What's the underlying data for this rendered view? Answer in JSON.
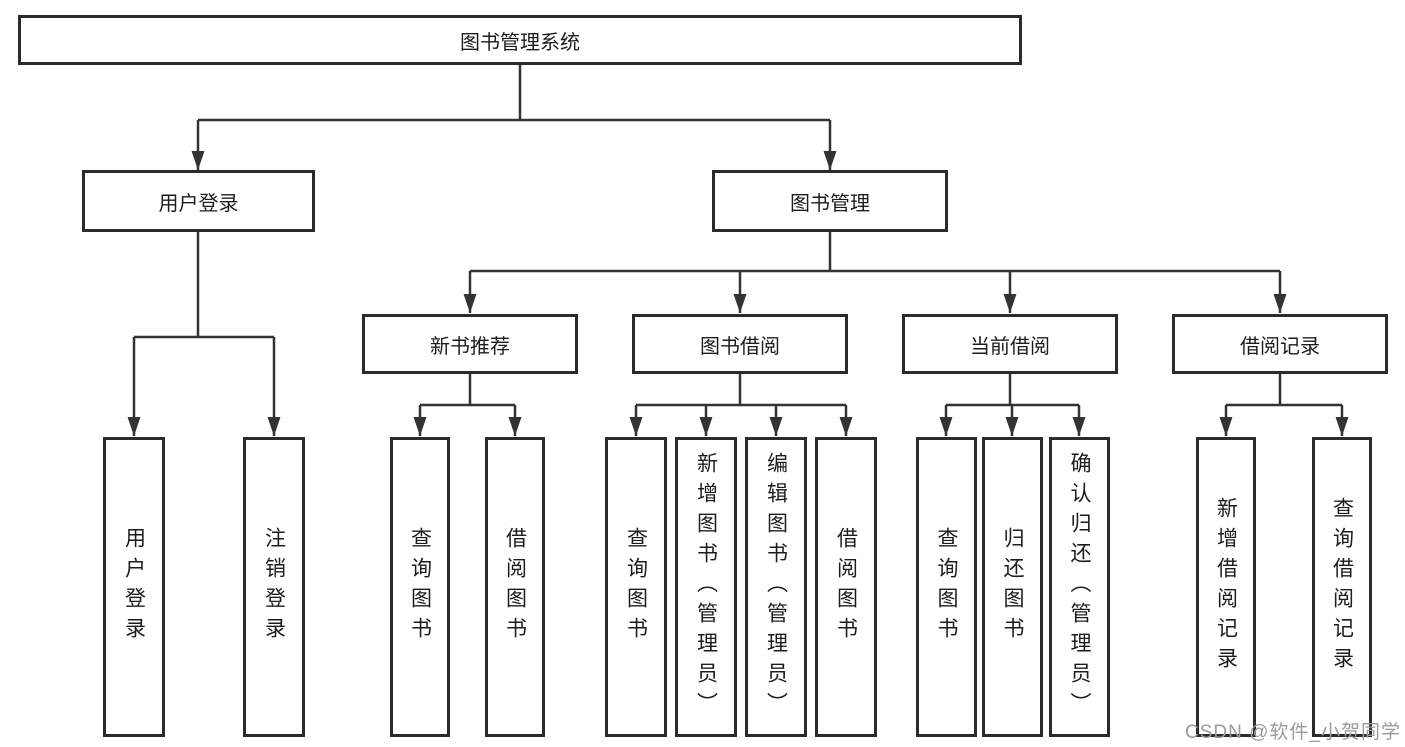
{
  "diagram": {
    "root": {
      "label": "图书管理系统"
    },
    "level2": [
      {
        "label": "用户登录",
        "children": [
          {
            "label": "用户登录"
          },
          {
            "label": "注销登录"
          }
        ]
      },
      {
        "label": "图书管理",
        "children": [
          {
            "label": "新书推荐",
            "children": [
              {
                "label": "查询图书"
              },
              {
                "label": "借阅图书"
              }
            ]
          },
          {
            "label": "图书借阅",
            "children": [
              {
                "label": "查询图书"
              },
              {
                "label": "新增图书（管理员）"
              },
              {
                "label": "编辑图书（管理员）"
              },
              {
                "label": "借阅图书"
              }
            ]
          },
          {
            "label": "当前借阅",
            "children": [
              {
                "label": "查询图书"
              },
              {
                "label": "归还图书"
              },
              {
                "label": "确认归还（管理员）"
              }
            ]
          },
          {
            "label": "借阅记录",
            "children": [
              {
                "label": "新增借阅记录"
              },
              {
                "label": "查询借阅记录"
              }
            ]
          }
        ]
      }
    ],
    "watermark": {
      "text": "CSDN @软件_小贺同学"
    },
    "colors": {
      "line": "#333333",
      "border": "#2b2b2b",
      "text": "#1d1d1d",
      "watermark": "#9b9b9b",
      "background": "#ffffff"
    }
  }
}
